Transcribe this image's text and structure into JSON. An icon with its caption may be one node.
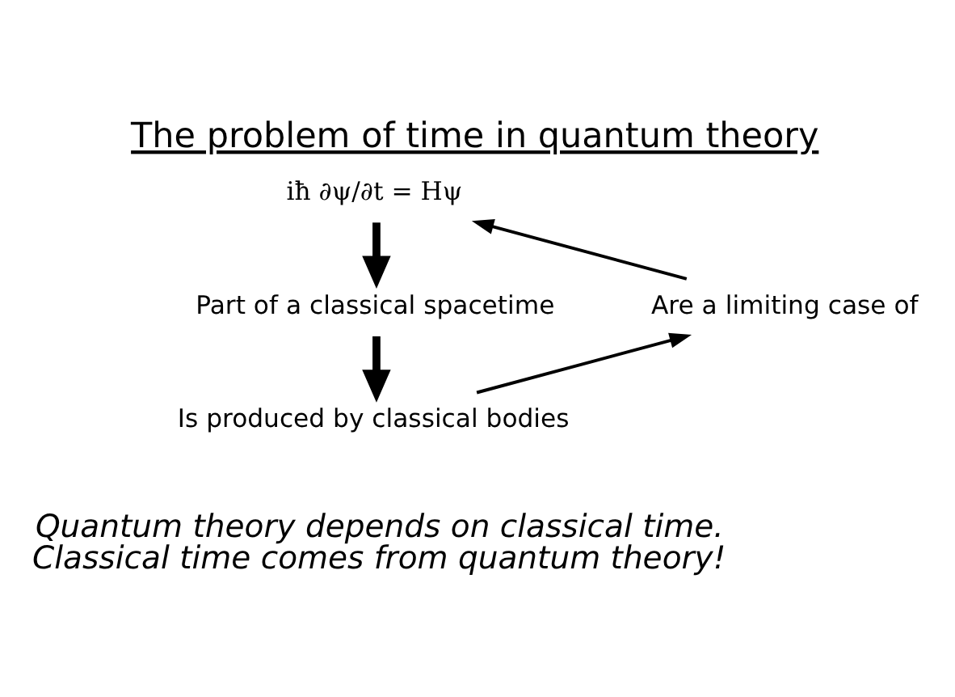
{
  "diagram": {
    "title": "The problem of time in quantum theory",
    "nodes": [
      {
        "text": [
          "iħ ∂ψ/∂t = Hψ"
        ]
      },
      {
        "text": [
          "Part of a classical spacetime"
        ]
      },
      {
        "text": [
          "Is produced by classical bodies"
        ]
      },
      {
        "text": [
          "Are a limiting case of"
        ]
      }
    ],
    "edges": [
      {
        "from": 0,
        "to": 1,
        "arrow": "to",
        "style": "thick"
      },
      {
        "from": 1,
        "to": 2,
        "arrow": "to",
        "style": "thick"
      },
      {
        "from": 2,
        "to": 3,
        "arrow": "to"
      },
      {
        "from": 3,
        "to": 0,
        "arrow": "to"
      }
    ],
    "labels": [
      "Quantum theory depends on classical time.",
      "Classical time comes from quantum theory!"
    ]
  }
}
